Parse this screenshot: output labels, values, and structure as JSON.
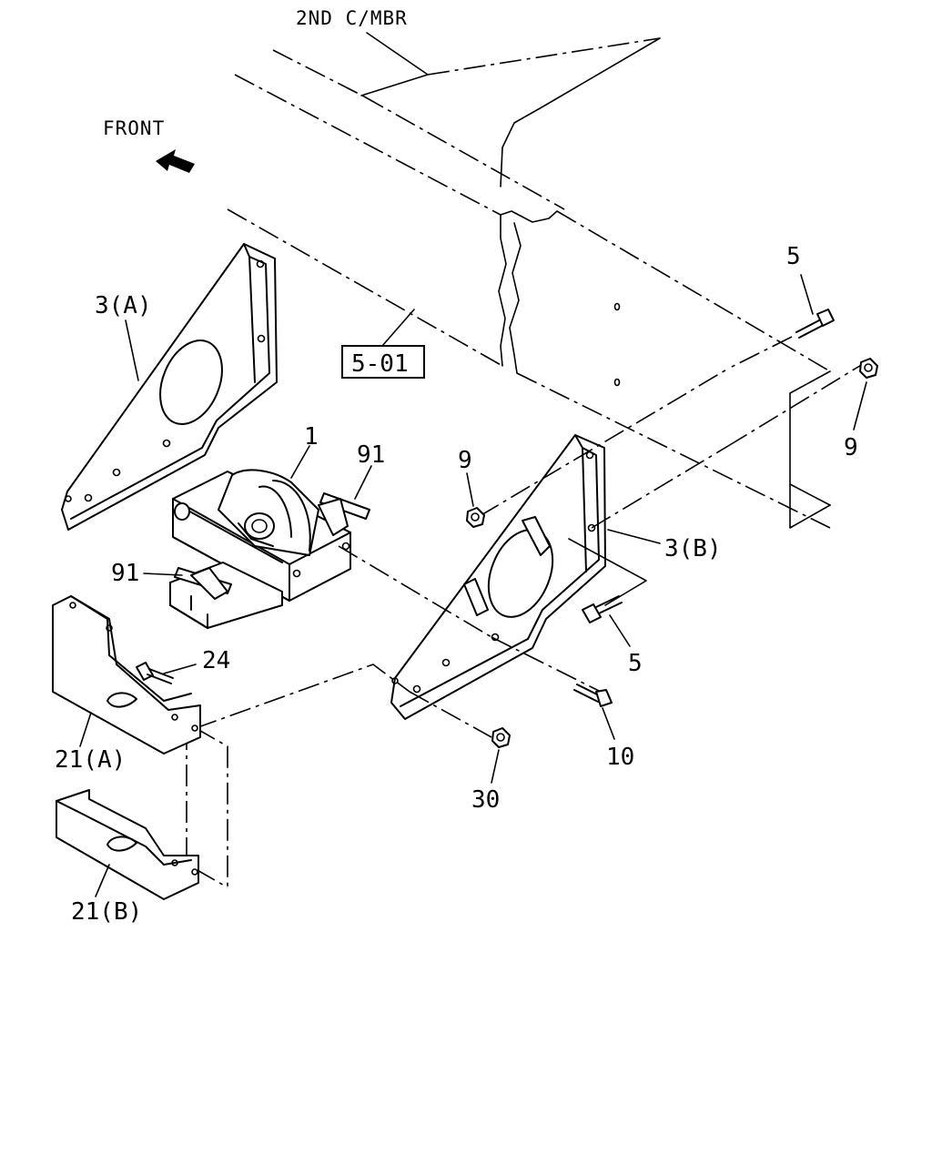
{
  "header": {
    "member_label": "2ND C/MBR"
  },
  "orientation": {
    "front_label": "FRONT",
    "arrow_icon": "front-arrow-icon"
  },
  "reference": {
    "box_label": "5-01"
  },
  "callouts": {
    "c_1": "1",
    "c_3a": "3(A)",
    "c_3b": "3(B)",
    "c_5_top": "5",
    "c_5_bottom": "5",
    "c_9_left": "9",
    "c_9_right": "9",
    "c_10": "10",
    "c_21a": "21(A)",
    "c_21b": "21(B)",
    "c_24": "24",
    "c_30": "30",
    "c_91_top": "91",
    "c_91_left": "91"
  }
}
